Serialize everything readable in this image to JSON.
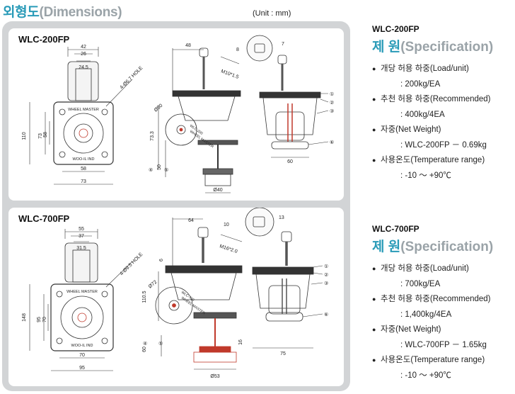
{
  "header": {
    "title": "외형도",
    "title_paren": "(Dimensions)",
    "unit": "(Unit : mm)"
  },
  "products": [
    {
      "model": "WLC-200FP",
      "drawing": {
        "top_dims": [
          "42",
          "26",
          "24.5"
        ],
        "hole": "4-Ø6.7 HOLE",
        "plate_text": [
          "WHEEL MASTER",
          "WOO-IL IND"
        ],
        "plate_dims": {
          "height_outer": "110",
          "height_mid": "73",
          "height_inner": "58",
          "width_inner": "58",
          "width_outer": "73"
        },
        "side_dims": {
          "offset": "48",
          "bolt_top": "8",
          "bolt_right": "7",
          "thread": "M10*1.5",
          "wheel_dia": "Ø50",
          "height": "73.3",
          "stem": "50",
          "base": "Ø40"
        },
        "wheel_text": [
          "WLC-200",
          "WHEEL MASTER"
        ],
        "front_width": "60",
        "callouts": [
          "①",
          "②",
          "③",
          "④",
          "⑤",
          "⑥"
        ]
      },
      "spec_model": "WLC-200FP",
      "spec_heading": "제 원",
      "spec_heading_paren": "(Specification)",
      "specs": [
        {
          "label": "개당 허용 하중(Load/unit)",
          "value": ": 200kg/EA"
        },
        {
          "label": "추천 허용 하중(Recommended)",
          "value": ": 400kg/4EA"
        },
        {
          "label": "자중(Net Weight)",
          "value": ": WLC-200FP － 0.69kg"
        },
        {
          "label": "사용온도(Temperature range)",
          "value": ": -10 ～ +90℃"
        }
      ]
    },
    {
      "model": "WLC-700FP",
      "drawing": {
        "top_dims": [
          "55",
          "37",
          "31.5"
        ],
        "hole": "4-Ø9.5 HOLE",
        "plate_text": [
          "WHEEL MASTER",
          "WOO-IL IND"
        ],
        "plate_dims": {
          "height_outer": "148",
          "height_mid": "95",
          "height_inner": "70",
          "width_inner": "70",
          "width_outer": "95"
        },
        "side_dims": {
          "offset": "64",
          "bolt_top": "10",
          "bolt_right": "13",
          "thread": "M16*2.0",
          "small": "6",
          "wheel_dia": "Ø72",
          "height": "110.5",
          "stem": "60",
          "foot": "16",
          "base": "Ø53"
        },
        "wheel_text": [
          "WLC-700",
          "WHEEL MASTER"
        ],
        "front_width": "75",
        "callouts": [
          "①",
          "②",
          "③",
          "④",
          "⑤",
          "⑥"
        ]
      },
      "spec_model": "WLC-700FP",
      "spec_heading": "제 원",
      "spec_heading_paren": "(Specification)",
      "specs": [
        {
          "label": "개당 허용 하중(Load/unit)",
          "value": ": 700kg/EA"
        },
        {
          "label": "추천 허용 하중(Recommended)",
          "value": ": 1,400kg/4EA"
        },
        {
          "label": "자중(Net Weight)",
          "value": ": WLC-700FP － 1.65kg"
        },
        {
          "label": "사용온도(Temperature range)",
          "value": ": -10 ～ +90℃"
        }
      ]
    }
  ]
}
